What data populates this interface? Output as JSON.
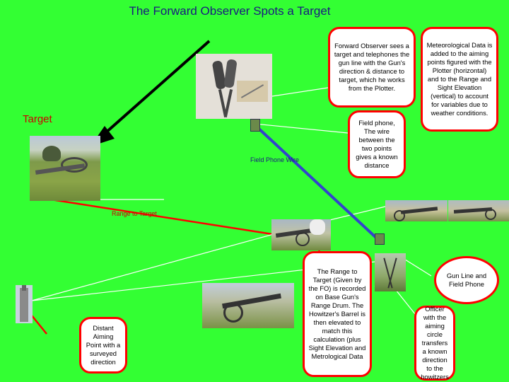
{
  "slide": {
    "title": "The Forward Observer Spots a Target",
    "target_label": "Target",
    "field_phone_wire_label": "Field Phone Wire",
    "range_to_target_label": "Range to Target"
  },
  "callouts": {
    "forward_observer": "Forward Observer sees a target and telephones the gun line with the Gun's direction & distance to target, which he works from the Plotter.",
    "meteorological": "Meteorological Data is added to the aiming points figured with the Plotter (horizontal) and to the Range and Sight Elevation (vertical) to account for variables due to weather conditions.",
    "field_phone": "Field phone, The wire between the two points gives a known distance",
    "range_drum": "The Range to Target (Given by the FO) is recorded on Base Gun's Range Drum. The Howitzer's Barrel is then elevated to match this calculation (plus Sight Elevation and Metrological Data",
    "distant_aiming_point": "Distant Aiming Point with a surveyed direction",
    "gun_line": "Gun Line and Field Phone",
    "officer": "Officer with the aiming circle transfers a known direction to the howitzers"
  },
  "colors": {
    "background": "#33ff33",
    "callout_border": "#ff0000",
    "wire": "#3344cc",
    "arrow": "#000000",
    "title": "#1a1a80"
  }
}
